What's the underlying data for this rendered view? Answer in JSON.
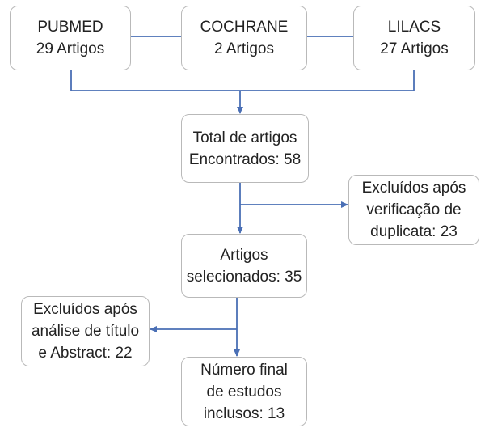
{
  "colors": {
    "connector": "#4a6fb5",
    "box_border": "#b9b9b9",
    "text": "#222222",
    "background": "#ffffff"
  },
  "sources": [
    {
      "name": "PUBMED",
      "count": "29 Artigos"
    },
    {
      "name": "COCHRANE",
      "count": "2 Artigos"
    },
    {
      "name": "LILACS",
      "count": "27 Artigos"
    }
  ],
  "total": {
    "line1": "Total de artigos",
    "line2": "Encontrados: 58"
  },
  "excluded_duplicates": {
    "line1": "Excluídos após",
    "line2": "verificação de",
    "line3": "duplicata: 23"
  },
  "selected": {
    "line1": "Artigos",
    "line2": "selecionados: 35"
  },
  "excluded_title": {
    "line1": "Excluídos após",
    "line2": "análise de título",
    "line3": "e Abstract: 22"
  },
  "final": {
    "line1": "Número final",
    "line2": "de estudos",
    "line3": "inclusos: 13"
  }
}
